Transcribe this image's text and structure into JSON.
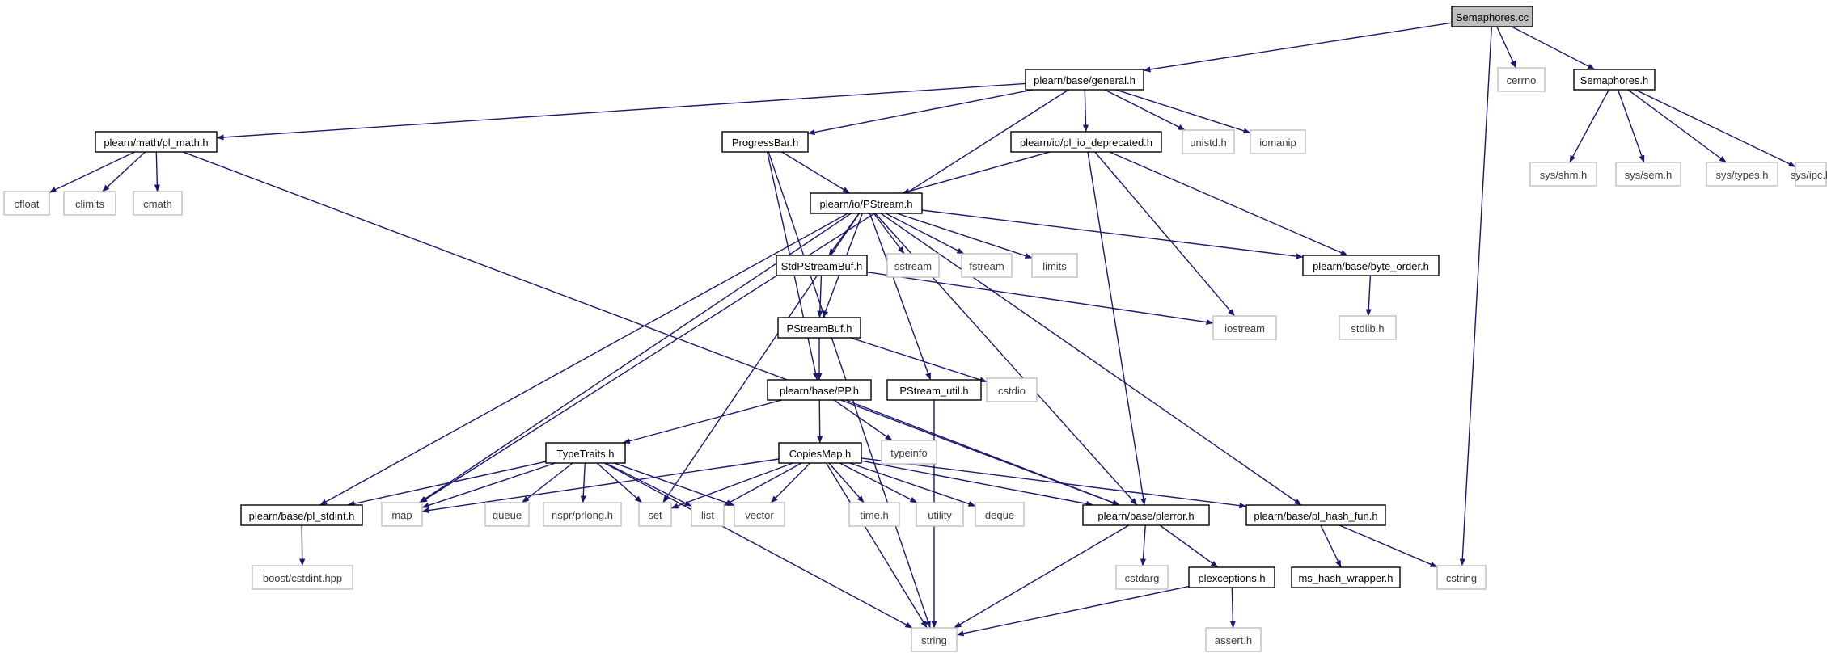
{
  "colors": {
    "edge": "#191970",
    "node_border_project": "#000000",
    "node_border_external": "#bfbfbf",
    "node_text_project": "#000000",
    "node_text_external": "#3a3a3a",
    "root_fill": "#bfbfbf",
    "node_fill": "#ffffff"
  },
  "nodes": [
    {
      "id": "semaphores_cc",
      "label": "Semaphores.cc",
      "kind": "root"
    },
    {
      "id": "general_h",
      "label": "plearn/base/general.h",
      "kind": "project"
    },
    {
      "id": "cerrno",
      "label": "cerrno",
      "kind": "external"
    },
    {
      "id": "semaphores_h",
      "label": "Semaphores.h",
      "kind": "project"
    },
    {
      "id": "pl_math_h",
      "label": "plearn/math/pl_math.h",
      "kind": "project"
    },
    {
      "id": "progressbar_h",
      "label": "ProgressBar.h",
      "kind": "project"
    },
    {
      "id": "pl_io_deprecated_h",
      "label": "plearn/io/pl_io_deprecated.h",
      "kind": "project"
    },
    {
      "id": "unistd_h",
      "label": "unistd.h",
      "kind": "external"
    },
    {
      "id": "iomanip",
      "label": "iomanip",
      "kind": "external"
    },
    {
      "id": "sys_shm_h",
      "label": "sys/shm.h",
      "kind": "external"
    },
    {
      "id": "sys_sem_h",
      "label": "sys/sem.h",
      "kind": "external"
    },
    {
      "id": "sys_types_h",
      "label": "sys/types.h",
      "kind": "external"
    },
    {
      "id": "sys_ipc_h",
      "label": "sys/ipc.h",
      "kind": "external"
    },
    {
      "id": "cfloat",
      "label": "cfloat",
      "kind": "external"
    },
    {
      "id": "climits",
      "label": "climits",
      "kind": "external"
    },
    {
      "id": "cmath",
      "label": "cmath",
      "kind": "external"
    },
    {
      "id": "pstream_h",
      "label": "plearn/io/PStream.h",
      "kind": "project"
    },
    {
      "id": "stdpstreambuf_h",
      "label": "StdPStreamBuf.h",
      "kind": "project"
    },
    {
      "id": "sstream",
      "label": "sstream",
      "kind": "external"
    },
    {
      "id": "fstream",
      "label": "fstream",
      "kind": "external"
    },
    {
      "id": "limits",
      "label": "limits",
      "kind": "external"
    },
    {
      "id": "byte_order_h",
      "label": "plearn/base/byte_order.h",
      "kind": "project"
    },
    {
      "id": "iostream",
      "label": "iostream",
      "kind": "external"
    },
    {
      "id": "stdlib_h",
      "label": "stdlib.h",
      "kind": "external"
    },
    {
      "id": "pstreambuf_h",
      "label": "PStreamBuf.h",
      "kind": "project"
    },
    {
      "id": "pp_h",
      "label": "plearn/base/PP.h",
      "kind": "project"
    },
    {
      "id": "pstream_util_h",
      "label": "PStream_util.h",
      "kind": "project"
    },
    {
      "id": "cstdio",
      "label": "cstdio",
      "kind": "external"
    },
    {
      "id": "typetraits_h",
      "label": "TypeTraits.h",
      "kind": "project"
    },
    {
      "id": "copiesmap_h",
      "label": "CopiesMap.h",
      "kind": "project"
    },
    {
      "id": "typeinfo",
      "label": "typeinfo",
      "kind": "external"
    },
    {
      "id": "pl_stdint_h",
      "label": "plearn/base/pl_stdint.h",
      "kind": "project"
    },
    {
      "id": "map",
      "label": "map",
      "kind": "external"
    },
    {
      "id": "queue",
      "label": "queue",
      "kind": "external"
    },
    {
      "id": "nspr_prlong_h",
      "label": "nspr/prlong.h",
      "kind": "external"
    },
    {
      "id": "set",
      "label": "set",
      "kind": "external"
    },
    {
      "id": "list",
      "label": "list",
      "kind": "external"
    },
    {
      "id": "vector",
      "label": "vector",
      "kind": "external"
    },
    {
      "id": "time_h",
      "label": "time.h",
      "kind": "external"
    },
    {
      "id": "utility",
      "label": "utility",
      "kind": "external"
    },
    {
      "id": "deque",
      "label": "deque",
      "kind": "external"
    },
    {
      "id": "plerror_h",
      "label": "plearn/base/plerror.h",
      "kind": "project"
    },
    {
      "id": "pl_hash_fun_h",
      "label": "plearn/base/pl_hash_fun.h",
      "kind": "project"
    },
    {
      "id": "cstring",
      "label": "cstring",
      "kind": "external"
    },
    {
      "id": "boost_cstdint_hpp",
      "label": "boost/cstdint.hpp",
      "kind": "external"
    },
    {
      "id": "cstdarg",
      "label": "cstdarg",
      "kind": "external"
    },
    {
      "id": "plexceptions_h",
      "label": "plexceptions.h",
      "kind": "project"
    },
    {
      "id": "ms_hash_wrapper_h",
      "label": "ms_hash_wrapper.h",
      "kind": "project"
    },
    {
      "id": "string",
      "label": "string",
      "kind": "external"
    },
    {
      "id": "assert_h",
      "label": "assert.h",
      "kind": "external"
    }
  ],
  "edges": [
    [
      "semaphores_cc",
      "general_h"
    ],
    [
      "semaphores_cc",
      "cerrno"
    ],
    [
      "semaphores_cc",
      "semaphores_h"
    ],
    [
      "semaphores_cc",
      "cstring"
    ],
    [
      "general_h",
      "pl_math_h"
    ],
    [
      "general_h",
      "progressbar_h"
    ],
    [
      "general_h",
      "pl_io_deprecated_h"
    ],
    [
      "general_h",
      "unistd_h"
    ],
    [
      "general_h",
      "iomanip"
    ],
    [
      "general_h",
      "map"
    ],
    [
      "semaphores_h",
      "sys_shm_h"
    ],
    [
      "semaphores_h",
      "sys_sem_h"
    ],
    [
      "semaphores_h",
      "sys_types_h"
    ],
    [
      "semaphores_h",
      "sys_ipc_h"
    ],
    [
      "pl_math_h",
      "cfloat"
    ],
    [
      "pl_math_h",
      "climits"
    ],
    [
      "pl_math_h",
      "cmath"
    ],
    [
      "pl_math_h",
      "plerror_h"
    ],
    [
      "progressbar_h",
      "pstream_h"
    ],
    [
      "progressbar_h",
      "pp_h"
    ],
    [
      "progressbar_h",
      "string"
    ],
    [
      "pl_io_deprecated_h",
      "pstream_h"
    ],
    [
      "pl_io_deprecated_h",
      "byte_order_h"
    ],
    [
      "pl_io_deprecated_h",
      "iostream"
    ],
    [
      "pl_io_deprecated_h",
      "plerror_h"
    ],
    [
      "pstream_h",
      "stdpstreambuf_h"
    ],
    [
      "pstream_h",
      "sstream"
    ],
    [
      "pstream_h",
      "fstream"
    ],
    [
      "pstream_h",
      "limits"
    ],
    [
      "pstream_h",
      "byte_order_h"
    ],
    [
      "pstream_h",
      "pstreambuf_h"
    ],
    [
      "pstream_h",
      "pstream_util_h"
    ],
    [
      "pstream_h",
      "pl_stdint_h"
    ],
    [
      "pstream_h",
      "map"
    ],
    [
      "pstream_h",
      "set"
    ],
    [
      "pstream_h",
      "plerror_h"
    ],
    [
      "pstream_h",
      "pl_hash_fun_h"
    ],
    [
      "stdpstreambuf_h",
      "pstreambuf_h"
    ],
    [
      "stdpstreambuf_h",
      "iostream"
    ],
    [
      "byte_order_h",
      "stdlib_h"
    ],
    [
      "pstreambuf_h",
      "pp_h"
    ],
    [
      "pstreambuf_h",
      "cstdio"
    ],
    [
      "pp_h",
      "typetraits_h"
    ],
    [
      "pp_h",
      "copiesmap_h"
    ],
    [
      "pp_h",
      "typeinfo"
    ],
    [
      "pp_h",
      "plerror_h"
    ],
    [
      "pstream_util_h",
      "string"
    ],
    [
      "typetraits_h",
      "pl_stdint_h"
    ],
    [
      "typetraits_h",
      "map"
    ],
    [
      "typetraits_h",
      "queue"
    ],
    [
      "typetraits_h",
      "nspr_prlong_h"
    ],
    [
      "typetraits_h",
      "set"
    ],
    [
      "typetraits_h",
      "list"
    ],
    [
      "typetraits_h",
      "vector"
    ],
    [
      "typetraits_h",
      "string"
    ],
    [
      "copiesmap_h",
      "map"
    ],
    [
      "copiesmap_h",
      "set"
    ],
    [
      "copiesmap_h",
      "list"
    ],
    [
      "copiesmap_h",
      "vector"
    ],
    [
      "copiesmap_h",
      "time_h"
    ],
    [
      "copiesmap_h",
      "utility"
    ],
    [
      "copiesmap_h",
      "deque"
    ],
    [
      "copiesmap_h",
      "plerror_h"
    ],
    [
      "copiesmap_h",
      "pl_hash_fun_h"
    ],
    [
      "copiesmap_h",
      "string"
    ],
    [
      "pl_stdint_h",
      "boost_cstdint_hpp"
    ],
    [
      "plerror_h",
      "cstdarg"
    ],
    [
      "plerror_h",
      "plexceptions_h"
    ],
    [
      "plerror_h",
      "string"
    ],
    [
      "pl_hash_fun_h",
      "ms_hash_wrapper_h"
    ],
    [
      "pl_hash_fun_h",
      "cstring"
    ],
    [
      "plexceptions_h",
      "assert_h"
    ],
    [
      "plexceptions_h",
      "string"
    ]
  ]
}
